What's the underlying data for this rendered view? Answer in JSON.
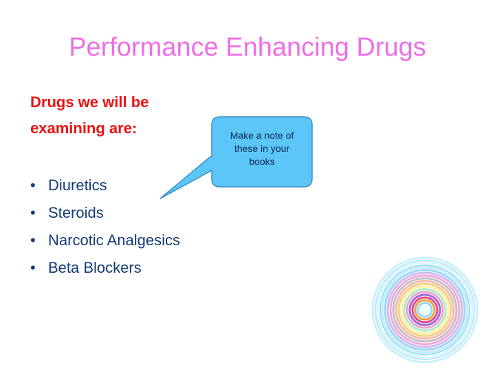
{
  "slide": {
    "title": "Performance Enhancing Drugs",
    "intro_line_1": "Drugs we will be",
    "intro_line_2": "examining are:",
    "bullets": [
      {
        "marker": "•",
        "text": "Diuretics"
      },
      {
        "marker": "•",
        "text": "Steroids"
      },
      {
        "marker": "•",
        "text": "Narcotic Analgesics"
      },
      {
        "marker": "•",
        "text": "Beta Blockers"
      }
    ],
    "callout": {
      "line_1": "Make a note of",
      "line_2": "these in your",
      "line_3": "books"
    }
  },
  "colors": {
    "title": "#ee6ee6",
    "intro": "#ee1111",
    "bullets": "#123c78",
    "callout_fill": "#5cc6f8",
    "callout_stroke": "#3a8ec4"
  }
}
